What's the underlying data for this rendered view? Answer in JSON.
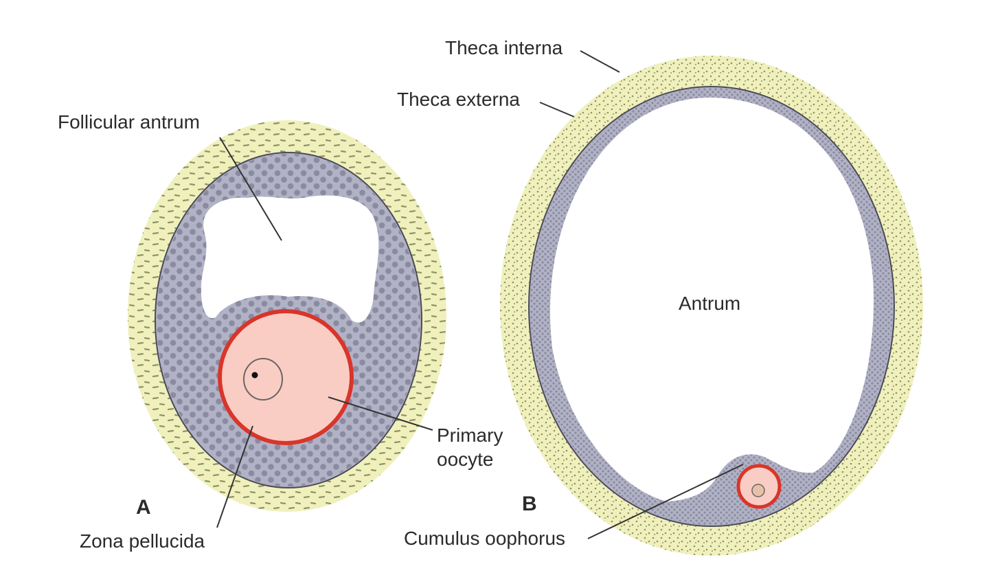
{
  "colors": {
    "theca": "#f0f0bc",
    "theca_dash": "#8e9467",
    "granulosa": "#b2b2c6",
    "granulosa_cell": "#8a8aa0",
    "boundary": "#4a4a58",
    "antrum": "#ffffff",
    "oocyte_fill": "#f9cdc3",
    "zona": "#d9352a",
    "nucleus_ring": "#666666"
  },
  "panels": {
    "a": "A",
    "b": "B"
  },
  "labels": {
    "follicular_antrum": "Follicular antrum",
    "primary_oocyte_line1": "Primary",
    "primary_oocyte_line2": "oocyte",
    "zona_pellucida": "Zona pellucida",
    "theca_interna": "Theca interna",
    "theca_externa": "Theca externa",
    "antrum": "Antrum",
    "cumulus_oophorus": "Cumulus oophorus"
  }
}
